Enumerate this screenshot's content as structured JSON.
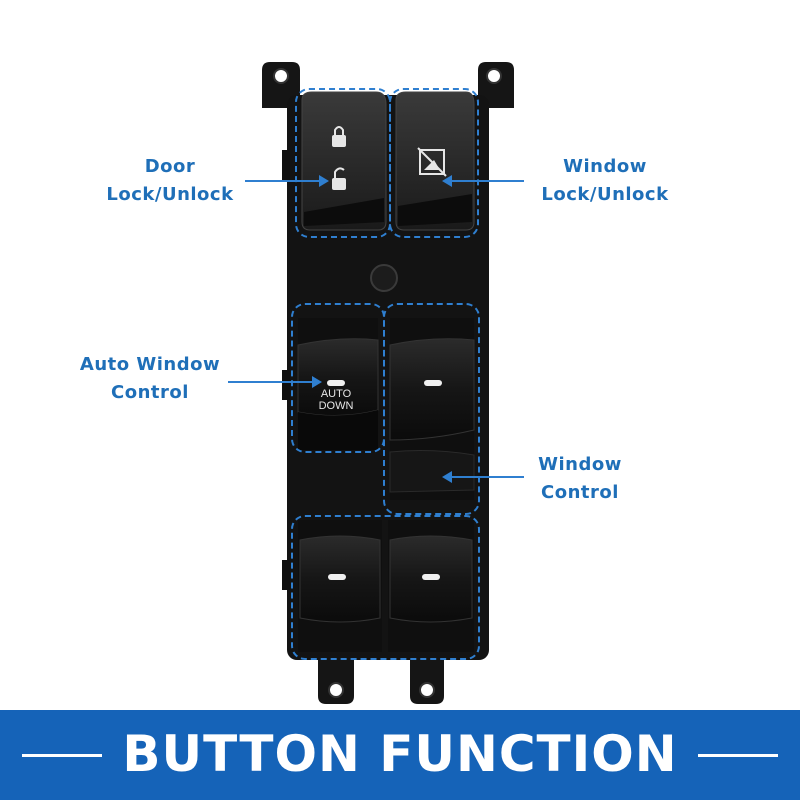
{
  "labels": {
    "door_lock": [
      "Door",
      "Lock/Unlock"
    ],
    "window_lock": [
      "Window",
      "Lock/Unlock"
    ],
    "auto_window": [
      "Auto Window",
      "Control"
    ],
    "window_control": [
      "Window",
      "Control"
    ]
  },
  "switch_text": {
    "auto_line1": "AUTO",
    "auto_line2": "DOWN"
  },
  "banner": {
    "title": "BUTTON FUNCTION"
  },
  "colors": {
    "accent": "#1f6fb8",
    "banner": "#1563b8",
    "panel": "#151515"
  }
}
